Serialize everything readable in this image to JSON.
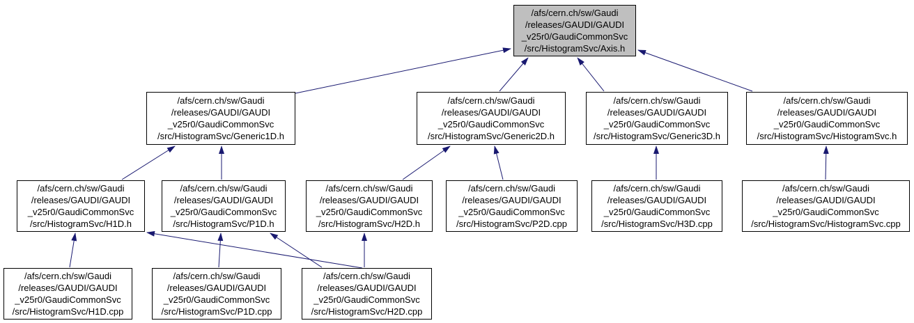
{
  "diagram": {
    "kind": "include-dependency-graph",
    "root": "axis_h",
    "colors": {
      "background": "#ffffff",
      "node_border": "#000000",
      "node_fill": "#ffffff",
      "root_fill": "#bfbfbf",
      "edge": "#191970",
      "text": "#000000"
    },
    "nodes": [
      {
        "id": "axis_h",
        "is_root": true,
        "lines": [
          "/afs/cern.ch/sw/Gaudi",
          "/releases/GAUDI/GAUDI",
          "_v25r0/GaudiCommonSvc",
          "/src/HistogramSvc/Axis.h"
        ]
      },
      {
        "id": "generic1d_h",
        "is_root": false,
        "lines": [
          "/afs/cern.ch/sw/Gaudi",
          "/releases/GAUDI/GAUDI",
          "_v25r0/GaudiCommonSvc",
          "/src/HistogramSvc/Generic1D.h"
        ]
      },
      {
        "id": "generic2d_h",
        "is_root": false,
        "lines": [
          "/afs/cern.ch/sw/Gaudi",
          "/releases/GAUDI/GAUDI",
          "_v25r0/GaudiCommonSvc",
          "/src/HistogramSvc/Generic2D.h"
        ]
      },
      {
        "id": "generic3d_h",
        "is_root": false,
        "lines": [
          "/afs/cern.ch/sw/Gaudi",
          "/releases/GAUDI/GAUDI",
          "_v25r0/GaudiCommonSvc",
          "/src/HistogramSvc/Generic3D.h"
        ]
      },
      {
        "id": "histogramsvc_h",
        "is_root": false,
        "lines": [
          "/afs/cern.ch/sw/Gaudi",
          "/releases/GAUDI/GAUDI",
          "_v25r0/GaudiCommonSvc",
          "/src/HistogramSvc/HistogramSvc.h"
        ]
      },
      {
        "id": "h1d_h",
        "is_root": false,
        "lines": [
          "/afs/cern.ch/sw/Gaudi",
          "/releases/GAUDI/GAUDI",
          "_v25r0/GaudiCommonSvc",
          "/src/HistogramSvc/H1D.h"
        ]
      },
      {
        "id": "p1d_h",
        "is_root": false,
        "lines": [
          "/afs/cern.ch/sw/Gaudi",
          "/releases/GAUDI/GAUDI",
          "_v25r0/GaudiCommonSvc",
          "/src/HistogramSvc/P1D.h"
        ]
      },
      {
        "id": "h2d_h",
        "is_root": false,
        "lines": [
          "/afs/cern.ch/sw/Gaudi",
          "/releases/GAUDI/GAUDI",
          "_v25r0/GaudiCommonSvc",
          "/src/HistogramSvc/H2D.h"
        ]
      },
      {
        "id": "p2d_cpp",
        "is_root": false,
        "lines": [
          "/afs/cern.ch/sw/Gaudi",
          "/releases/GAUDI/GAUDI",
          "_v25r0/GaudiCommonSvc",
          "/src/HistogramSvc/P2D.cpp"
        ]
      },
      {
        "id": "h3d_cpp",
        "is_root": false,
        "lines": [
          "/afs/cern.ch/sw/Gaudi",
          "/releases/GAUDI/GAUDI",
          "_v25r0/GaudiCommonSvc",
          "/src/HistogramSvc/H3D.cpp"
        ]
      },
      {
        "id": "histogramsvc_cpp",
        "is_root": false,
        "lines": [
          "/afs/cern.ch/sw/Gaudi",
          "/releases/GAUDI/GAUDI",
          "_v25r0/GaudiCommonSvc",
          "/src/HistogramSvc/HistogramSvc.cpp"
        ]
      },
      {
        "id": "h1d_cpp",
        "is_root": false,
        "lines": [
          "/afs/cern.ch/sw/Gaudi",
          "/releases/GAUDI/GAUDI",
          "_v25r0/GaudiCommonSvc",
          "/src/HistogramSvc/H1D.cpp"
        ]
      },
      {
        "id": "p1d_cpp",
        "is_root": false,
        "lines": [
          "/afs/cern.ch/sw/Gaudi",
          "/releases/GAUDI/GAUDI",
          "_v25r0/GaudiCommonSvc",
          "/src/HistogramSvc/P1D.cpp"
        ]
      },
      {
        "id": "h2d_cpp",
        "is_root": false,
        "lines": [
          "/afs/cern.ch/sw/Gaudi",
          "/releases/GAUDI/GAUDI",
          "_v25r0/GaudiCommonSvc",
          "/src/HistogramSvc/H2D.cpp"
        ]
      }
    ],
    "edges": [
      {
        "from": "generic1d_h",
        "to": "axis_h"
      },
      {
        "from": "generic2d_h",
        "to": "axis_h"
      },
      {
        "from": "generic3d_h",
        "to": "axis_h"
      },
      {
        "from": "histogramsvc_h",
        "to": "axis_h"
      },
      {
        "from": "h1d_h",
        "to": "generic1d_h"
      },
      {
        "from": "p1d_h",
        "to": "generic1d_h"
      },
      {
        "from": "h2d_h",
        "to": "generic2d_h"
      },
      {
        "from": "p2d_cpp",
        "to": "generic2d_h"
      },
      {
        "from": "h3d_cpp",
        "to": "generic3d_h"
      },
      {
        "from": "histogramsvc_cpp",
        "to": "histogramsvc_h"
      },
      {
        "from": "h1d_cpp",
        "to": "h1d_h"
      },
      {
        "from": "p1d_cpp",
        "to": "p1d_h"
      },
      {
        "from": "h2d_cpp",
        "to": "h2d_h"
      },
      {
        "from": "h2d_cpp",
        "to": "h1d_h"
      },
      {
        "from": "h2d_cpp",
        "to": "p1d_h"
      }
    ]
  }
}
